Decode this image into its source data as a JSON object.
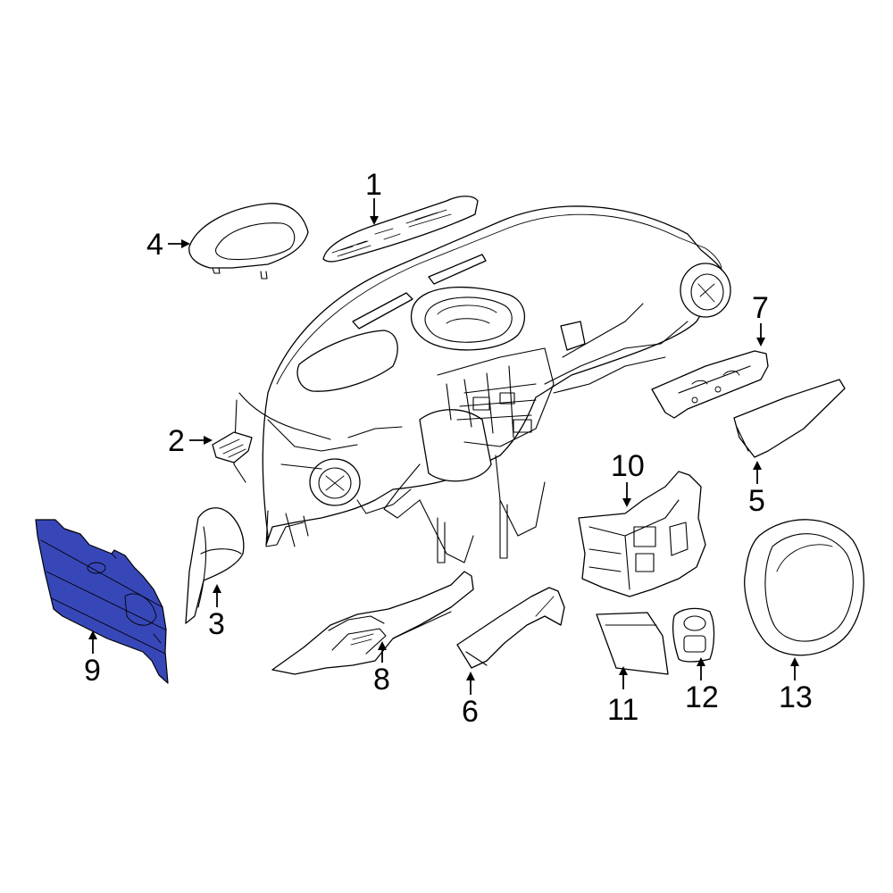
{
  "diagram": {
    "highlight_color": "#3847B8",
    "callouts": [
      {
        "id": "c1",
        "label": "1"
      },
      {
        "id": "c2",
        "label": "2"
      },
      {
        "id": "c3",
        "label": "3"
      },
      {
        "id": "c4",
        "label": "4"
      },
      {
        "id": "c5",
        "label": "5"
      },
      {
        "id": "c6",
        "label": "6"
      },
      {
        "id": "c7",
        "label": "7"
      },
      {
        "id": "c8",
        "label": "8"
      },
      {
        "id": "c9",
        "label": "9"
      },
      {
        "id": "c10",
        "label": "10"
      },
      {
        "id": "c11",
        "label": "11"
      },
      {
        "id": "c12",
        "label": "12"
      },
      {
        "id": "c13",
        "label": "13"
      }
    ]
  }
}
